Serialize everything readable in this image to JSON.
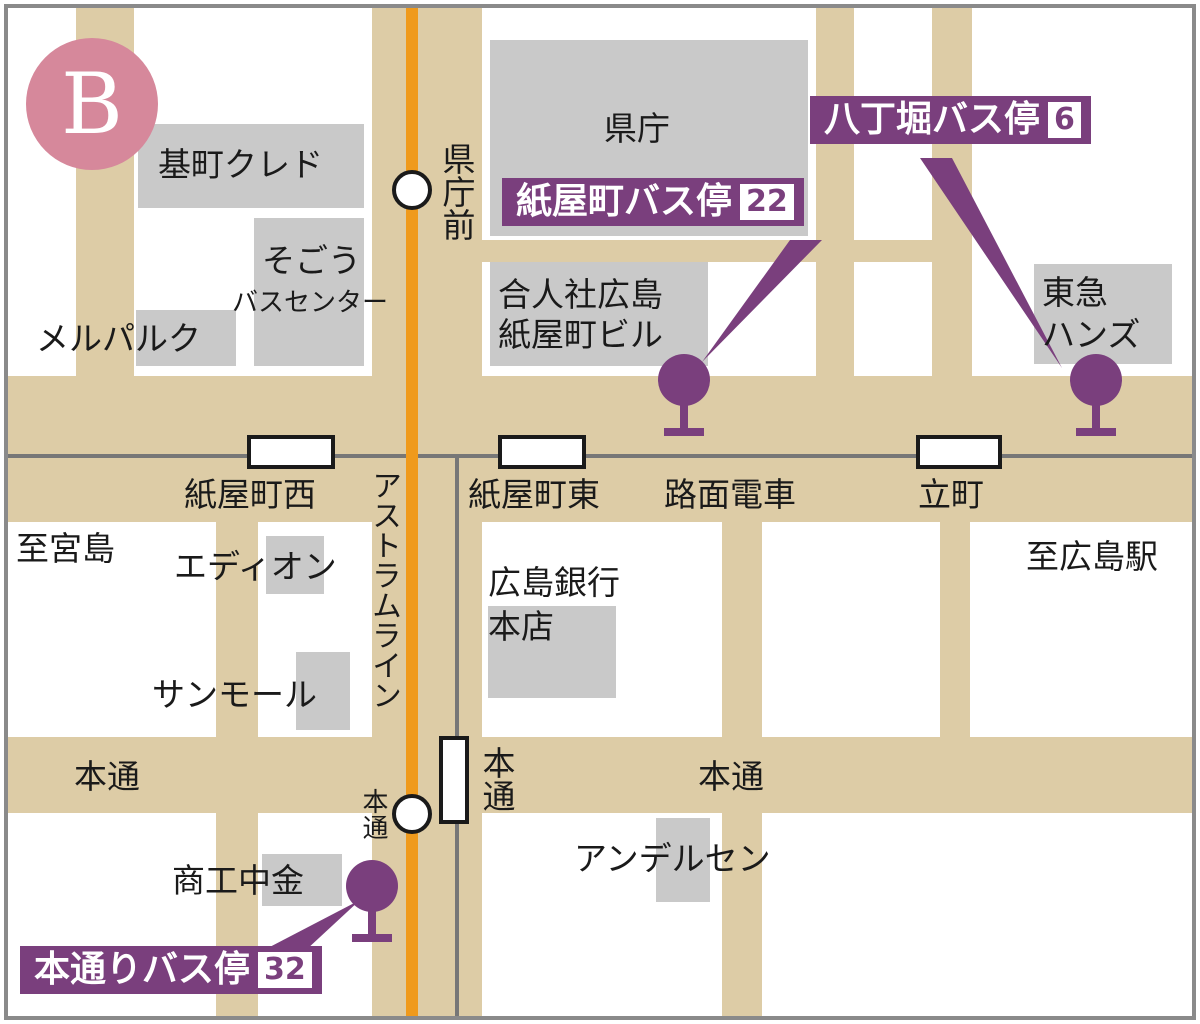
{
  "badge": "B",
  "colors": {
    "road": "#ddcca6",
    "block": "#c9c9c9",
    "tram_line": "#ef9a1c",
    "stop": "#7a3f7d",
    "badge": "#d6889b",
    "rail": "#777777"
  },
  "callouts": {
    "kamiyacho": {
      "name": "紙屋町バス停",
      "number": "22"
    },
    "hatchobori": {
      "name": "八丁堀バス停",
      "number": "6"
    },
    "hondori": {
      "name": "本通りバス停",
      "number": "32"
    }
  },
  "buildings": {
    "kencho": "県庁",
    "motomachi_cred": "基町クレド",
    "sogo": "そごう",
    "sogo_bus": "バスセンター",
    "merupark": "メルパルク",
    "goudou": "合人社広島",
    "goudou2": "紙屋町ビル",
    "tokyu": "東急",
    "hands": "ハンズ",
    "hiroshima_bank": "広島銀行",
    "hiroshima_bank2": "本店",
    "edion": "エディオン",
    "sunmall": "サンモール",
    "shoko": "商工中金",
    "andersen": "アンデルセン"
  },
  "places": {
    "kencho_mae": "県庁前",
    "kamiyacho_nishi": "紙屋町西",
    "kamiyacho_higashi": "紙屋町東",
    "romen_densha": "路面電車",
    "tatemachi": "立町",
    "to_miyajima": "至宮島",
    "to_hiroshima_sta": "至広島駅",
    "astram": "アストラムライン",
    "hondori_w": "本通",
    "hondori_e": "本通",
    "hondori_tram": "本通",
    "hondori_astram": "本通"
  }
}
